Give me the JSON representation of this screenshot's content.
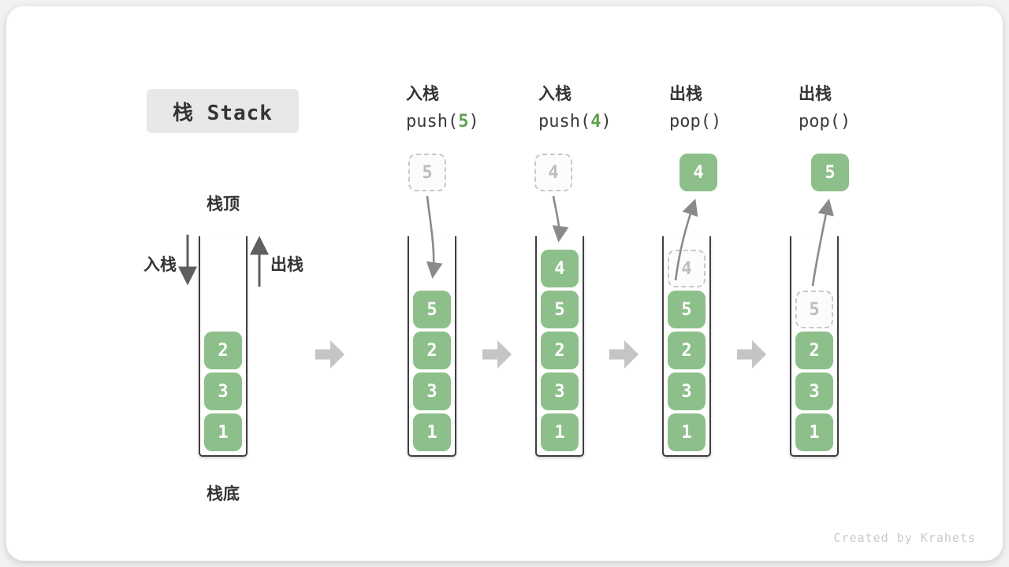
{
  "title": "栈 Stack",
  "watermark": "Created by Krahets",
  "legend": {
    "stack_top": "栈顶",
    "stack_bottom": "栈底",
    "push_in": "入栈",
    "pop_out": "出栈"
  },
  "colors": {
    "cell_green": "#8dbf8a",
    "code_arg_green": "#5da04e",
    "block_arrow_gray": "#c5c5c5",
    "flow_arrow_gray": "#8a8a8a",
    "ghost_border_gray": "#c9c9c9"
  },
  "columns": [
    {
      "name": "initial",
      "items": [
        "2",
        "3",
        "1"
      ]
    },
    {
      "name": "push-5",
      "op": "入栈",
      "code_pre": "push(",
      "code_arg": "5",
      "code_post": ")",
      "incoming": "5",
      "items": [
        "5",
        "2",
        "3",
        "1"
      ]
    },
    {
      "name": "push-4",
      "op": "入栈",
      "code_pre": "push(",
      "code_arg": "4",
      "code_post": ")",
      "incoming": "4",
      "items": [
        "4",
        "5",
        "2",
        "3",
        "1"
      ]
    },
    {
      "name": "pop-4",
      "op": "出栈",
      "code_pre": "pop()",
      "code_arg": "",
      "code_post": "",
      "popped": "4",
      "ghost": "4",
      "items": [
        "5",
        "2",
        "3",
        "1"
      ]
    },
    {
      "name": "pop-5",
      "op": "出栈",
      "code_pre": "pop()",
      "code_arg": "",
      "code_post": "",
      "popped": "5",
      "ghost": "5",
      "items": [
        "2",
        "3",
        "1"
      ]
    }
  ]
}
